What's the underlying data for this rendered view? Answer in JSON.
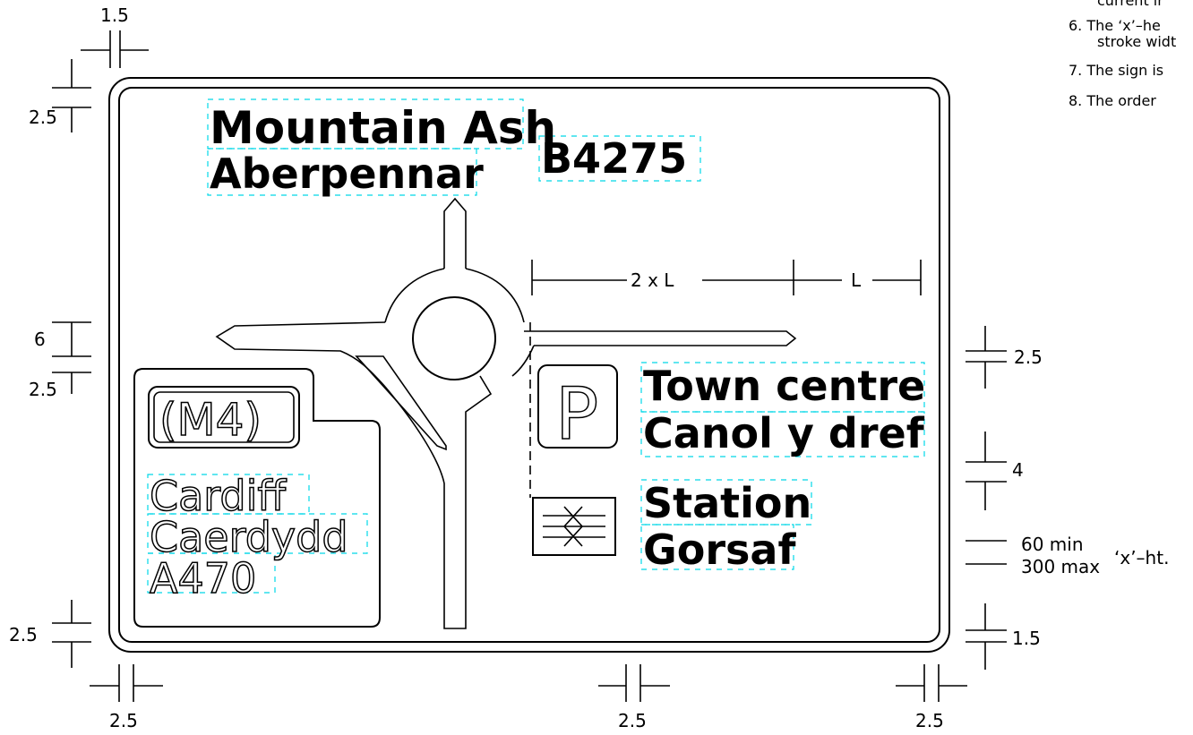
{
  "sign": {
    "destinations": {
      "top_en": "Mountain Ash",
      "top_cy": "Aberpennar",
      "top_route": "B4275",
      "right_en": "Town centre",
      "right_cy": "Canol y dref",
      "right2_en": "Station",
      "right2_cy": "Gorsaf",
      "parking_symbol": "P",
      "left_patch_route": "(M4)",
      "left_en": "Cardiff",
      "left_cy": "Caerdydd",
      "left_route": "A470"
    },
    "icons": [
      "parking-symbol",
      "rail-symbol-icon"
    ]
  },
  "dimensions": {
    "top_gap": "1.5",
    "left_border_top": "2.5",
    "left_spacing_6": "6",
    "left_spacing_25": "2.5",
    "left_bottom": "2.5",
    "arm_2L": "2 x L",
    "arm_L": "L",
    "right_25": "2.5",
    "right_4": "4",
    "right_xht_min": "60 min",
    "right_xht_max": "300 max",
    "right_xht_label": "‘x’–ht.",
    "right_15": "1.5",
    "bottom_left": "2.5",
    "bottom_mid": "2.5",
    "bottom_right": "2.5"
  },
  "notes": {
    "n_current": "current  ir",
    "n6a": "6.  The ‘x’–he",
    "n6b": "stroke widt",
    "n7": "7.  The sign is",
    "n8": "8.  The order"
  }
}
